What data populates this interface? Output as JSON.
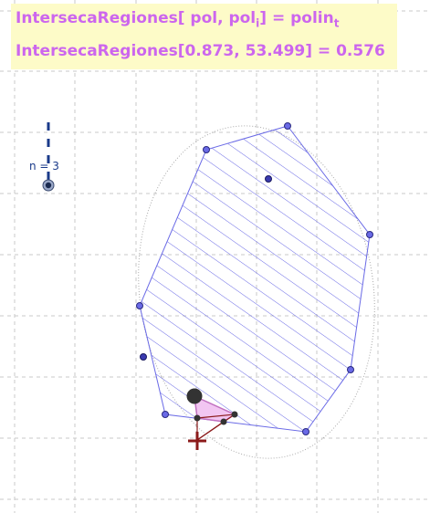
{
  "formula": {
    "line1_prefix": "IntersecaRegiones[ pol, pol",
    "line1_sub1": "i",
    "line1_mid": "] = polin",
    "line1_sub2": "t",
    "line2": "IntersecaRegiones[0.873, 53.499] = 0.576"
  },
  "slider": {
    "label": "n = 3",
    "value": 3
  },
  "colors": {
    "formula_text": "#cc66ee",
    "formula_bg": "#fdfbc8",
    "polygon_stroke": "#6a6ae6",
    "hatch": "#6a6ae6",
    "intersection_fill": "#f2c6f2",
    "intersection_stroke": "#c070c0",
    "point": "#3a3ab0",
    "dark_point": "#333333",
    "cross": "#8b1a1a",
    "grid": "#c8c8c8"
  },
  "icons": {
    "move_cross": "cross-marker-icon",
    "slider_handle": "slider-knob-icon"
  }
}
